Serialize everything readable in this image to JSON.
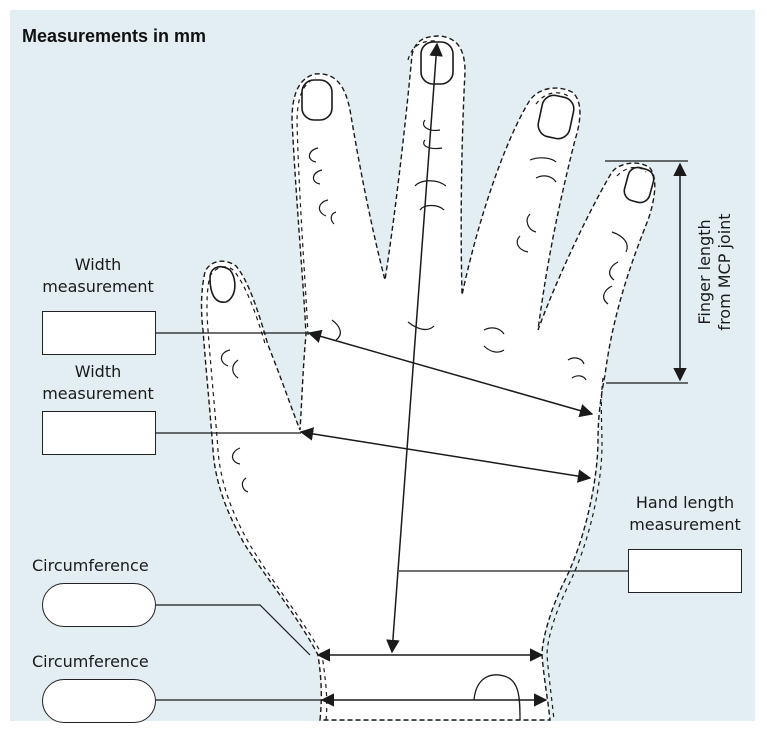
{
  "title": "Measurements in mm",
  "labels": {
    "width_1": [
      "Width",
      "measurement"
    ],
    "width_2": [
      "Width",
      "measurement"
    ],
    "hand_length": [
      "Hand length",
      "measurement"
    ],
    "circumference_1": "Circumference",
    "circumference_2": "Circumference",
    "finger_length": [
      "Finger length",
      "from MCP joint"
    ]
  },
  "fields": {
    "width_1": "",
    "width_2": "",
    "hand_length": "",
    "circumference_1": "",
    "circumference_2": ""
  },
  "colors": {
    "background_panel": "#e2eef2",
    "hand_fill": "#ffffff",
    "ink": "#1a1a1a"
  }
}
